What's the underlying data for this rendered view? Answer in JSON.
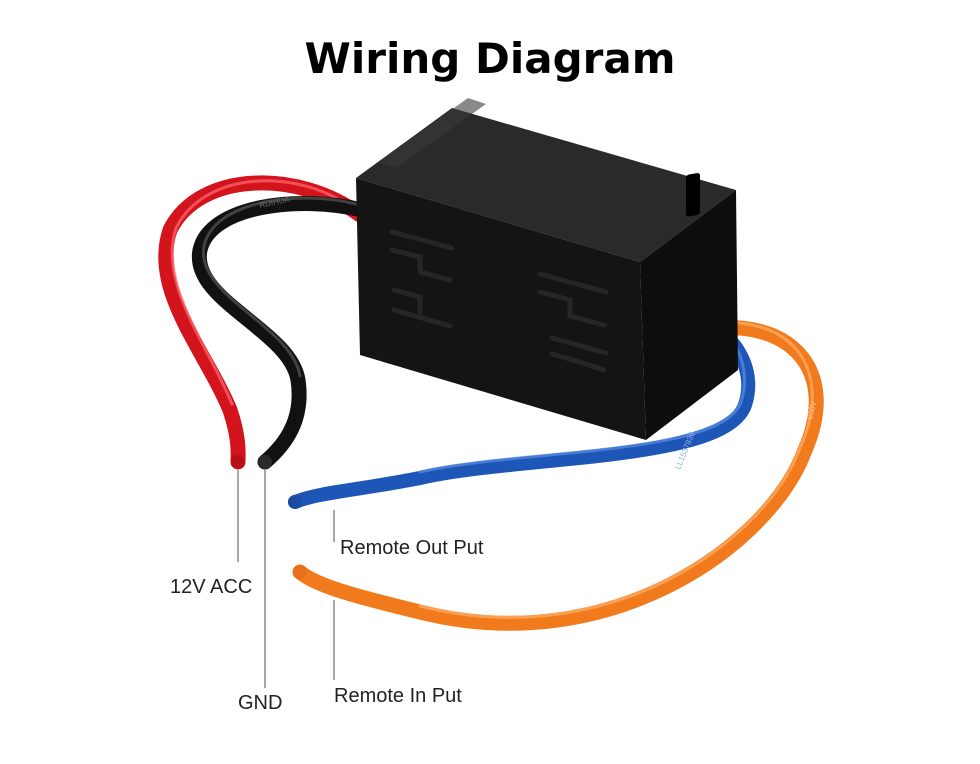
{
  "title": "Wiring Diagram",
  "labels": {
    "acc": "12V ACC",
    "gnd": "GND",
    "remote_out": "Remote Out Put",
    "remote_in": "Remote In Put"
  },
  "wire_print": {
    "black": "RUIHUA",
    "blue": "LL1537836",
    "orange": "600V"
  },
  "colors": {
    "red_wire": "#d3141d",
    "black_wire": "#111111",
    "blue_wire": "#1e56b8",
    "orange_wire": "#f07a1c",
    "box": "#141414",
    "leader_line": "#8a8a8a"
  }
}
